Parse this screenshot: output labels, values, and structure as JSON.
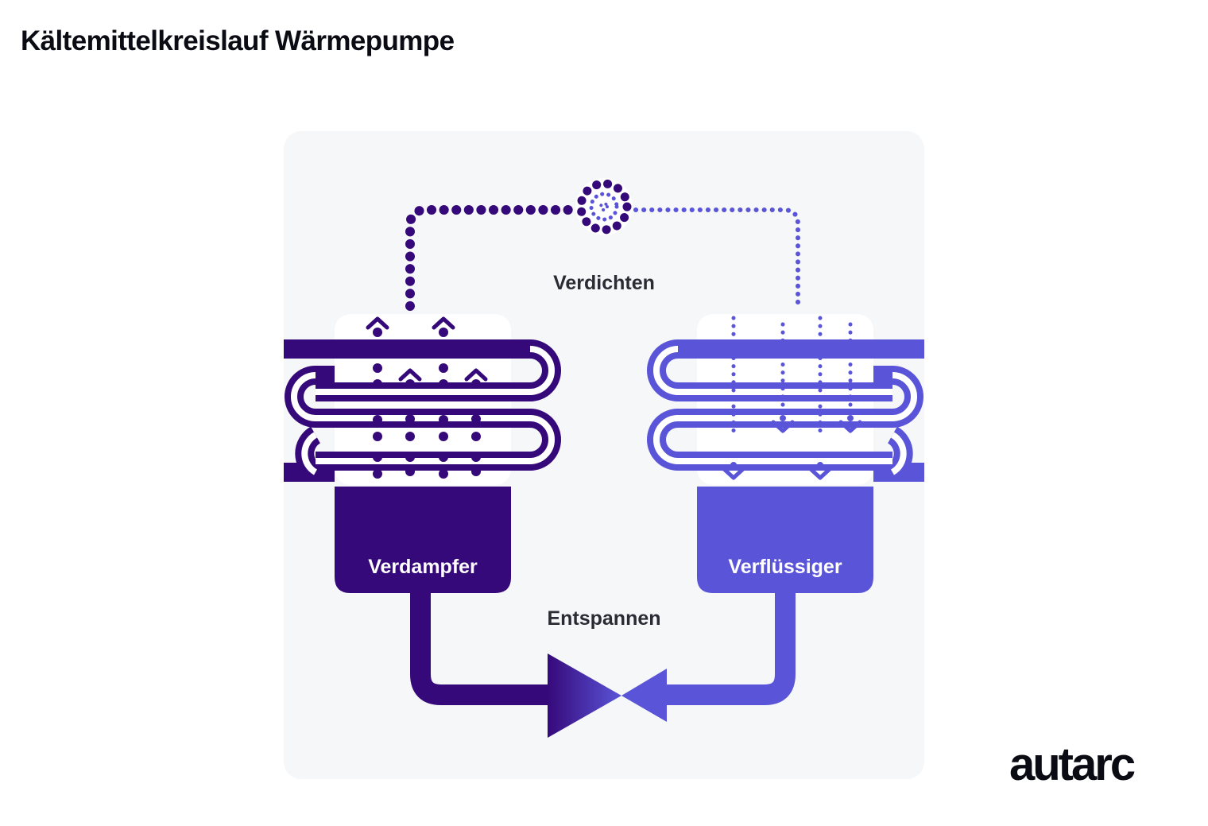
{
  "title": "Kältemittelkreislauf Wärmepumpe",
  "labels": {
    "compress": "Verdichten",
    "expand": "Entspannen",
    "evaporator": "Verdampfer",
    "condenser": "Verflüssiger"
  },
  "brand": "autarc",
  "colors": {
    "evaporator": "#36097a",
    "condenser": "#5a55d8",
    "panel": "#f6f7f9",
    "text": "#2b2b35"
  },
  "icons": {
    "compressor": "compressor-icon",
    "valve": "expansion-valve-icon",
    "arrow_up": "chevron-up-icon",
    "arrow_down": "chevron-down-icon"
  }
}
